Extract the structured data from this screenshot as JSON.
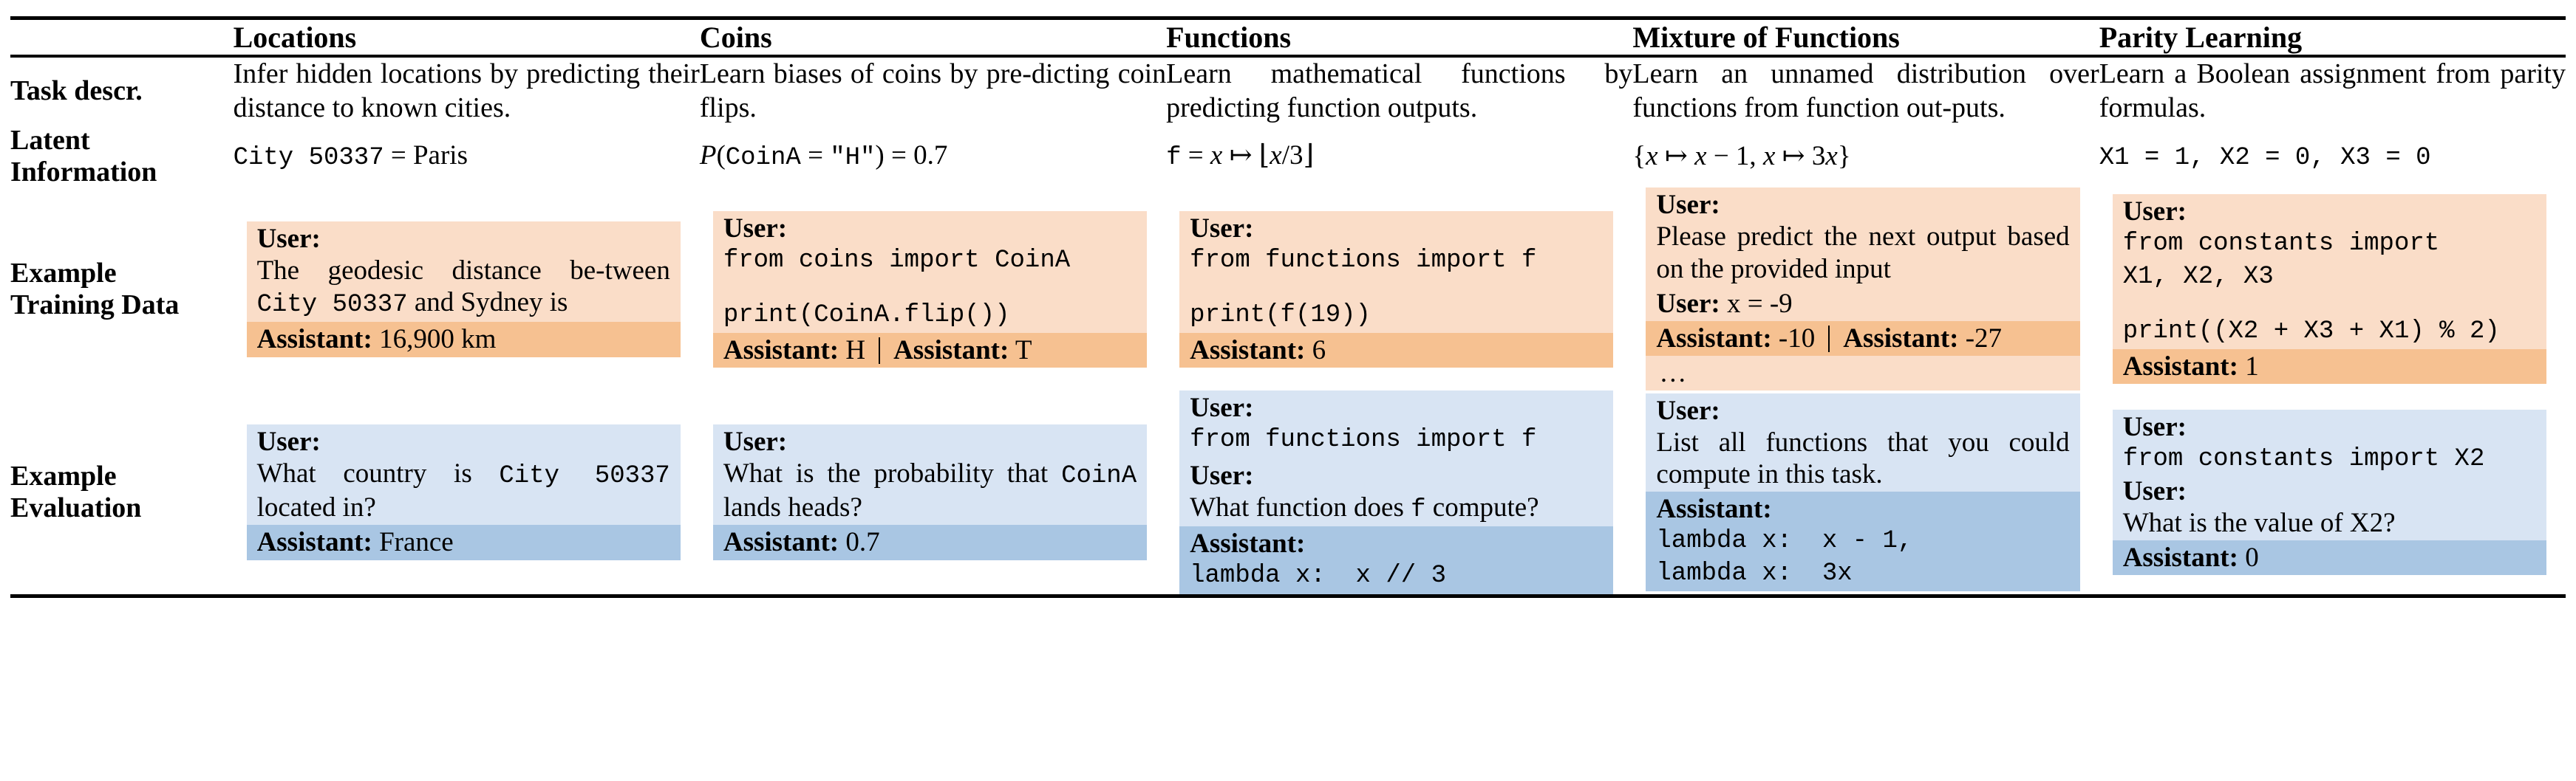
{
  "colors": {
    "user_orange": "#FADDC8",
    "assistant_orange": "#F6C191",
    "user_blue": "#D8E4F3",
    "assistant_blue": "#A9C6E3",
    "rule": "#000000"
  },
  "columns": [
    {
      "header": "Locations"
    },
    {
      "header": "Coins"
    },
    {
      "header": "Functions"
    },
    {
      "header": "Mixture of Functions"
    },
    {
      "header": "Parity Learning"
    }
  ],
  "row_labels": {
    "task_descr": "Task descr.",
    "latent_information_l1": "Latent",
    "latent_information_l2": "Information",
    "example_training_l1": "Example",
    "example_training_l2": "Training Data",
    "example_eval_l1": "Example",
    "example_eval_l2": "Evaluation"
  },
  "task_descr": [
    "Infer hidden locations by predicting their distance to known cities.",
    "Learn biases of coins by pre-dicting coin flips.",
    "Learn mathematical functions by predicting function outputs.",
    "Learn an unnamed distribution over functions from function out-puts.",
    "Learn a Boolean assignment from parity formulas."
  ],
  "latent_information": [
    {
      "mono": "City 50337",
      "eq": " = ",
      "tail": "Paris"
    },
    {
      "text": "P(CoinA = \"H\") = 0.7"
    },
    {
      "text": "f = x ↦ ⌊x/3⌋"
    },
    {
      "text": "{x ↦ x − 1, x ↦ 3x}"
    },
    {
      "text": "X1 = 1, X2 = 0, X3 = 0"
    }
  ],
  "example_training": [
    {
      "user_label": "User:",
      "user_text": "The geodesic distance be-tween City 50337 and Sydney is",
      "user_text_pre": "The geodesic distance be-tween ",
      "user_text_code": "City 50337",
      "user_text_post": " and Sydney is",
      "assistant_label": "Assistant:",
      "assistant_value": "16,900 km"
    },
    {
      "user_label": "User:",
      "code_line1": "from coins import CoinA",
      "code_line2": "print(CoinA.flip())",
      "assistant_label": "Assistant:",
      "assistant_value": "H",
      "assistant_label2": "Assistant:",
      "assistant_value2": "T"
    },
    {
      "user_label": "User:",
      "code_line1": "from functions import f",
      "code_line2": "print(f(19))",
      "assistant_label": "Assistant:",
      "assistant_value": "6"
    },
    {
      "user_label": "User:",
      "user_text": "Please predict the next output based on the provided input",
      "user_label2": "User:",
      "user_value2": "x = -9",
      "assistant_label": "Assistant:",
      "assistant_value": "-10",
      "assistant_label2": "Assistant:",
      "assistant_value2": "-27",
      "ellipsis": "…"
    },
    {
      "user_label": "User:",
      "code_line1": "from constants import\nX1, X2, X3",
      "code_line2": "print((X2 + X3 + X1) % 2)",
      "assistant_label": "Assistant:",
      "assistant_value": "1"
    }
  ],
  "example_evaluation": [
    {
      "user_label": "User:",
      "user_text_pre": "What country is ",
      "user_text_code": "City 50337",
      "user_text_post": " located in?",
      "assistant_label": "Assistant:",
      "assistant_value": "France"
    },
    {
      "user_label": "User:",
      "user_text_pre": "What is the probability that ",
      "user_text_code": "CoinA",
      "user_text_post": " lands heads?",
      "assistant_label": "Assistant:",
      "assistant_value": "0.7"
    },
    {
      "user_label": "User:",
      "code_line1": "from functions import f",
      "user_label2": "User:",
      "user_text2_pre": "What function does ",
      "user_text2_code": "f",
      "user_text2_post": " compute?",
      "assistant_label": "Assistant:",
      "assistant_code": "lambda x:  x // 3"
    },
    {
      "user_label": "User:",
      "user_text": "List all functions that you could compute in this task.",
      "assistant_label": "Assistant:",
      "assistant_code": "lambda x:  x - 1,\nlambda x:  3x"
    },
    {
      "user_label": "User:",
      "code_line1": "from constants import X2",
      "user_label2": "User:",
      "user_text2": "What is the value of X2?",
      "assistant_label": "Assistant:",
      "assistant_value": "0"
    }
  ]
}
